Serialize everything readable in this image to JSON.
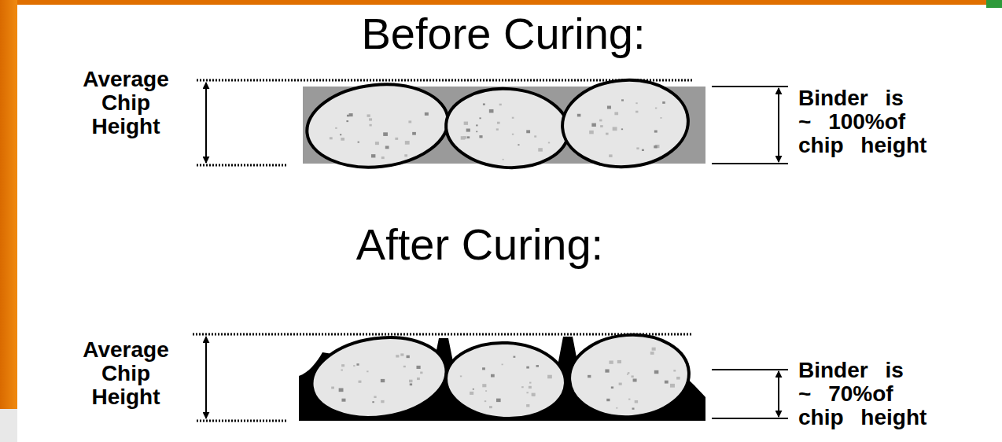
{
  "diagram": {
    "labels": [
      "Before Curing:",
      "Average Chip Height",
      "Binder is ~ 100%of chip height",
      "After Curing:",
      "Average Chip Height",
      "Binder is ~ 70%of chip height"
    ]
  }
}
